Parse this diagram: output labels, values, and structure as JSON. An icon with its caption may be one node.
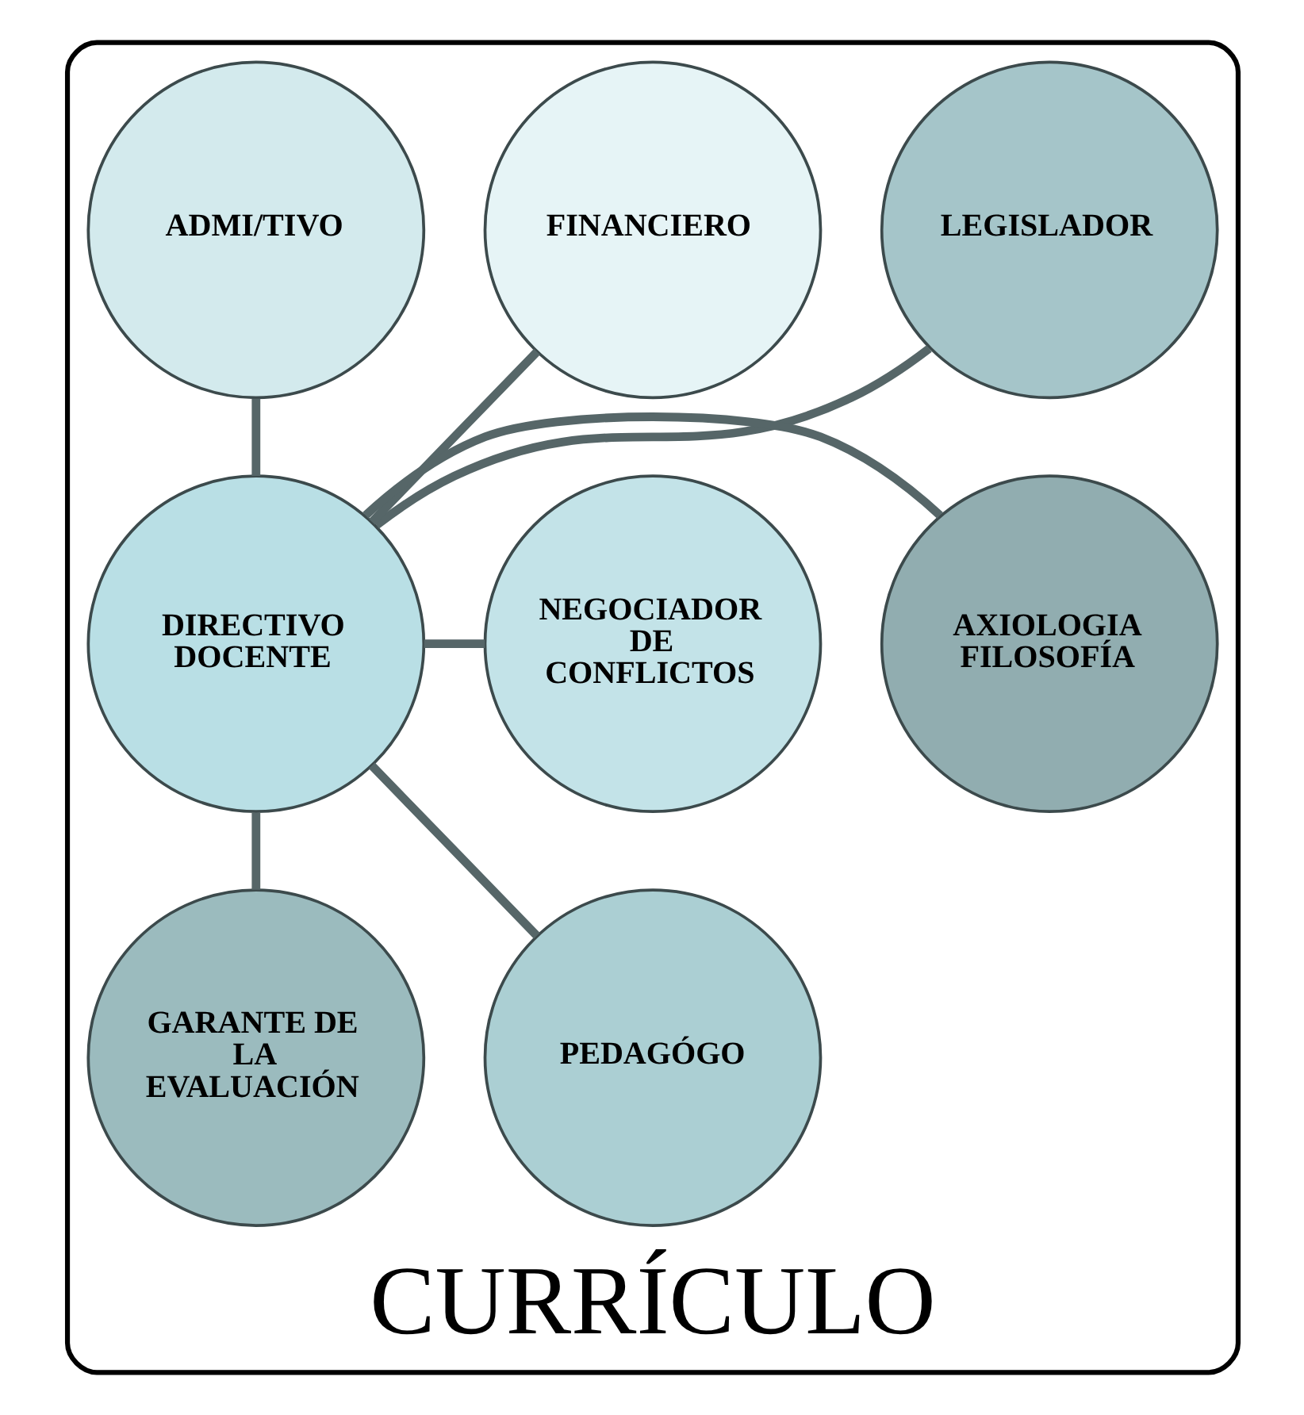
{
  "diagram": {
    "nodes": [
      {
        "text": [
          "CURRÍCULO"
        ]
      },
      {
        "text": [
          "FINANCIERO"
        ],
        "in": 0
      },
      {
        "text": [
          "LEGISLADOR"
        ],
        "in": 0
      },
      {
        "text": [
          "ADMI/TIVO"
        ],
        "in": 0
      },
      {
        "text": [
          "DIRECTIVO DOCENTE"
        ],
        "in": 0
      },
      {
        "text": [
          "AXIOLOGIA FILOSOFÍA"
        ],
        "in": 0
      },
      {
        "text": [
          "NEGOCIADOR DE CONFLICTOS"
        ],
        "in": 0
      },
      {
        "text": [
          "GARANTE DE LA EVALUACIÓN"
        ],
        "in": 0
      },
      {
        "text": [
          "PEDAGÓGO"
        ],
        "in": 0
      }
    ],
    "edges": [
      {
        "from": 4,
        "to": 1,
        "arrow": "none"
      },
      {
        "from": 4,
        "to": 3,
        "arrow": "none"
      },
      {
        "from": 4,
        "to": 6,
        "arrow": "none"
      },
      {
        "from": 4,
        "to": 8,
        "arrow": "none"
      },
      {
        "from": 4,
        "to": 7,
        "arrow": "none"
      },
      {
        "from": 4,
        "to": 5,
        "arrow": "none"
      },
      {
        "from": 4,
        "to": 2,
        "arrow": "none"
      }
    ]
  }
}
